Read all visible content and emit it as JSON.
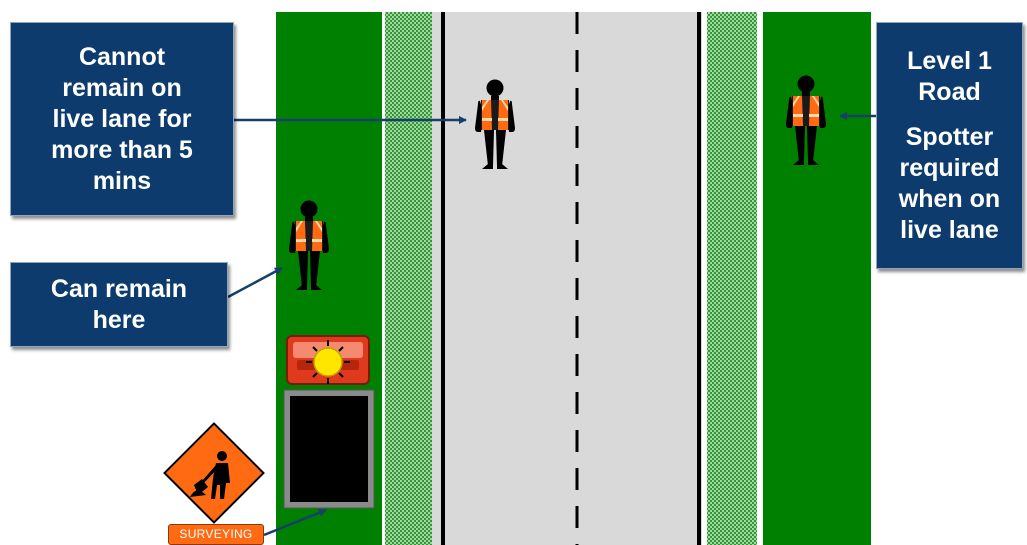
{
  "callouts": {
    "cannot_remain": {
      "lines": [
        "Cannot",
        "remain on",
        "live lane for",
        "more than 5",
        "mins"
      ]
    },
    "can_remain": {
      "lines": [
        "Can remain",
        "here"
      ]
    },
    "level1": {
      "title_lines": [
        "Level 1",
        "Road"
      ],
      "body_lines": [
        "Spotter",
        "required",
        "when on",
        "live lane"
      ]
    }
  },
  "sign": {
    "label": "SURVEYING"
  },
  "colors": {
    "verge_green": "#008000",
    "road_grey": "#d9d9d9",
    "callout_navy": "#0d3b6e",
    "arrow_navy": "#173f6b",
    "hi_vis_orange": "#ff6a13",
    "arrow_board_red": "#e03a1e",
    "sun_yellow": "#ffe600"
  },
  "icons": {
    "worker": "worker-in-hi-vis-vest-icon",
    "arrow_board": "vehicle-mounted-arrow-board-icon",
    "road_sign": "men-at-work-sign-icon"
  }
}
